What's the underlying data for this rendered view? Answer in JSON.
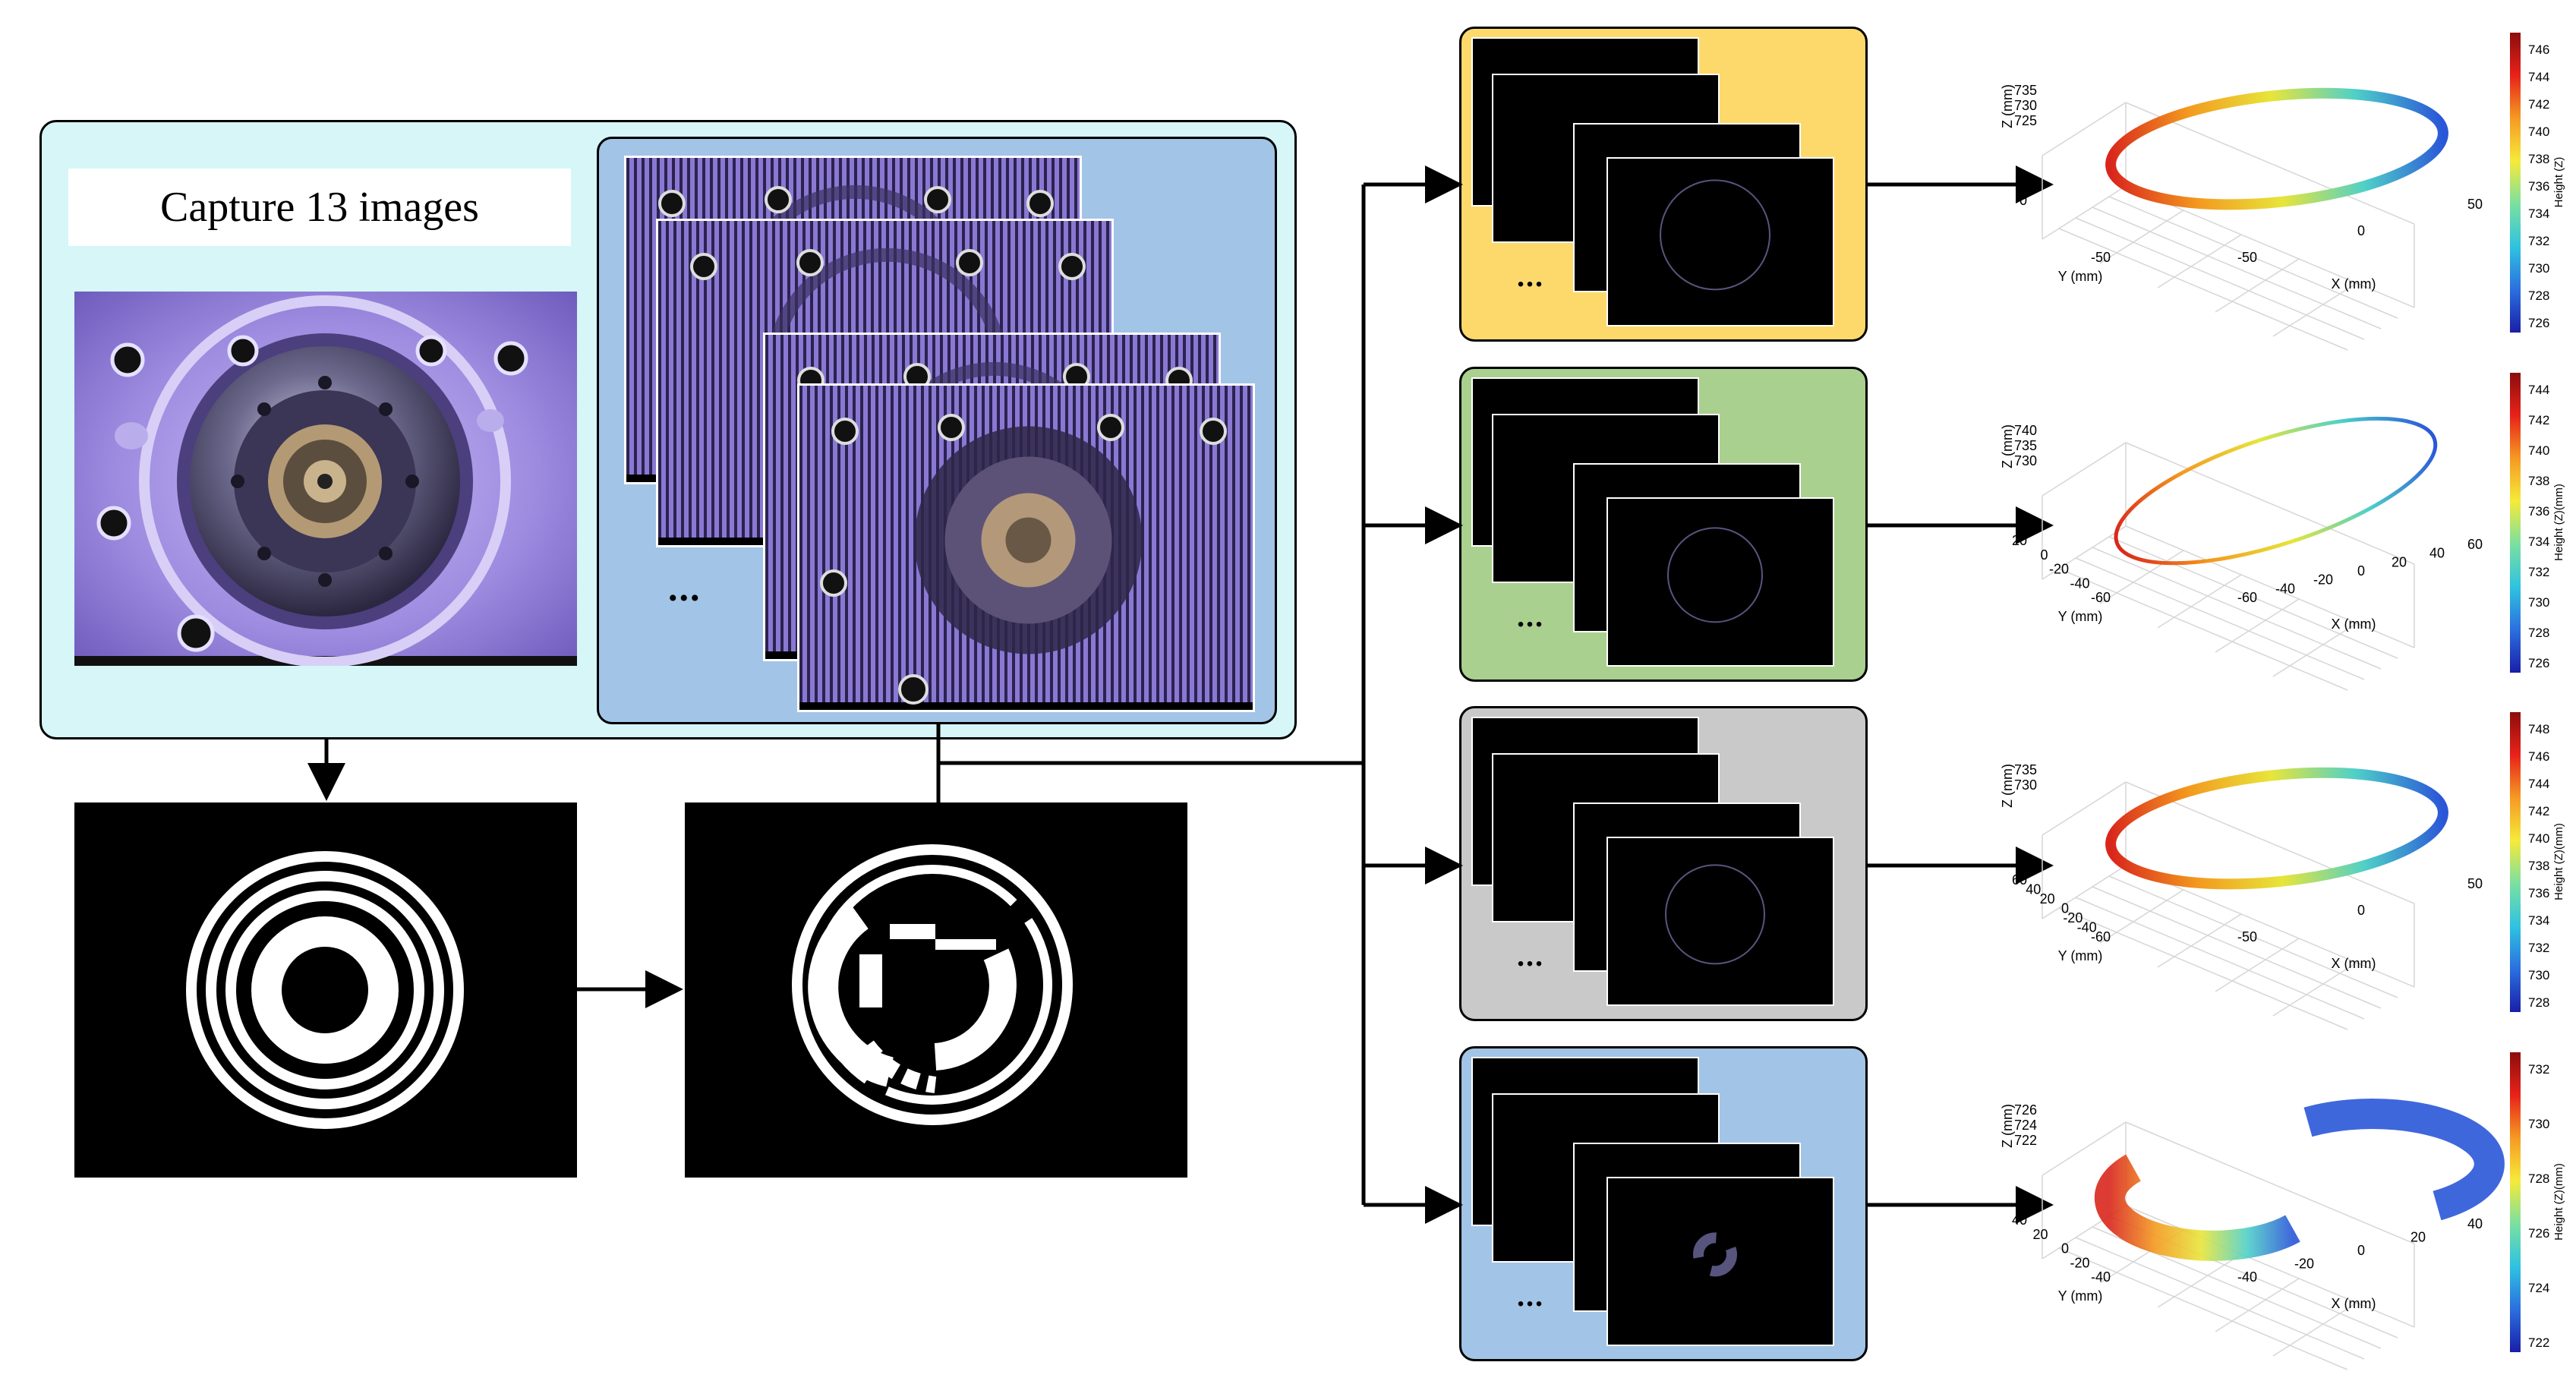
{
  "capture": {
    "title": "Capture 13 images",
    "ellipsis": "..."
  },
  "colors": {
    "capture_panel_bg": "#d6f6f8",
    "stack_panel_bg": "#a2c4e6",
    "fringe_purple": "#8a78d2",
    "group_colors": [
      "#fdd96c",
      "#a9d08e",
      "#c9c9c9",
      "#a2c4e6"
    ]
  },
  "icons": {
    "arrow": "arrow-head-icon",
    "plot_axis": "axis-icon"
  },
  "groups": [
    {
      "ellipsis": "...",
      "plot": {
        "z_label": "Z (mm)",
        "y_label": "Y (mm)",
        "x_label": "X (mm)",
        "z_ticks": [
          "735",
          "730",
          "725"
        ],
        "y_ticks": [
          "0",
          "-50"
        ],
        "x_ticks": [
          "50",
          "0",
          "-50"
        ],
        "colorbar_label": "Height (Z)",
        "colorbar_ticks": [
          "746",
          "744",
          "742",
          "740",
          "738",
          "736",
          "734",
          "732",
          "730",
          "728",
          "726"
        ]
      }
    },
    {
      "ellipsis": "...",
      "plot": {
        "z_label": "Z (mm)",
        "y_label": "Y (mm)",
        "x_label": "X (mm)",
        "z_ticks": [
          "740",
          "735",
          "730"
        ],
        "y_ticks": [
          "20",
          "0",
          "-20",
          "-40",
          "-60"
        ],
        "x_ticks": [
          "60",
          "40",
          "20",
          "0",
          "-20",
          "-40",
          "-60"
        ],
        "colorbar_label": "Height (Z)(mm)",
        "colorbar_ticks": [
          "744",
          "742",
          "740",
          "738",
          "736",
          "734",
          "732",
          "730",
          "728",
          "726"
        ]
      }
    },
    {
      "ellipsis": "...",
      "plot": {
        "z_label": "Z (mm)",
        "y_label": "Y (mm)",
        "x_label": "X (mm)",
        "z_ticks": [
          "735",
          "730"
        ],
        "y_ticks": [
          "60",
          "40",
          "20",
          "0",
          "-20",
          "-40",
          "-60"
        ],
        "x_ticks": [
          "50",
          "0",
          "-50"
        ],
        "colorbar_label": "Height (Z)(mm)",
        "colorbar_ticks": [
          "748",
          "746",
          "744",
          "742",
          "740",
          "738",
          "736",
          "734",
          "732",
          "730",
          "728"
        ]
      }
    },
    {
      "ellipsis": "...",
      "plot": {
        "z_label": "Z (mm)",
        "y_label": "Y (mm)",
        "x_label": "X (mm)",
        "z_ticks": [
          "726",
          "724",
          "722"
        ],
        "y_ticks": [
          "40",
          "20",
          "0",
          "-20",
          "-40"
        ],
        "x_ticks": [
          "40",
          "20",
          "0",
          "-20",
          "-40"
        ],
        "colorbar_label": "Height (Z)(mm)",
        "colorbar_ticks": [
          "732",
          "730",
          "728",
          "726",
          "724",
          "722"
        ]
      }
    }
  ]
}
